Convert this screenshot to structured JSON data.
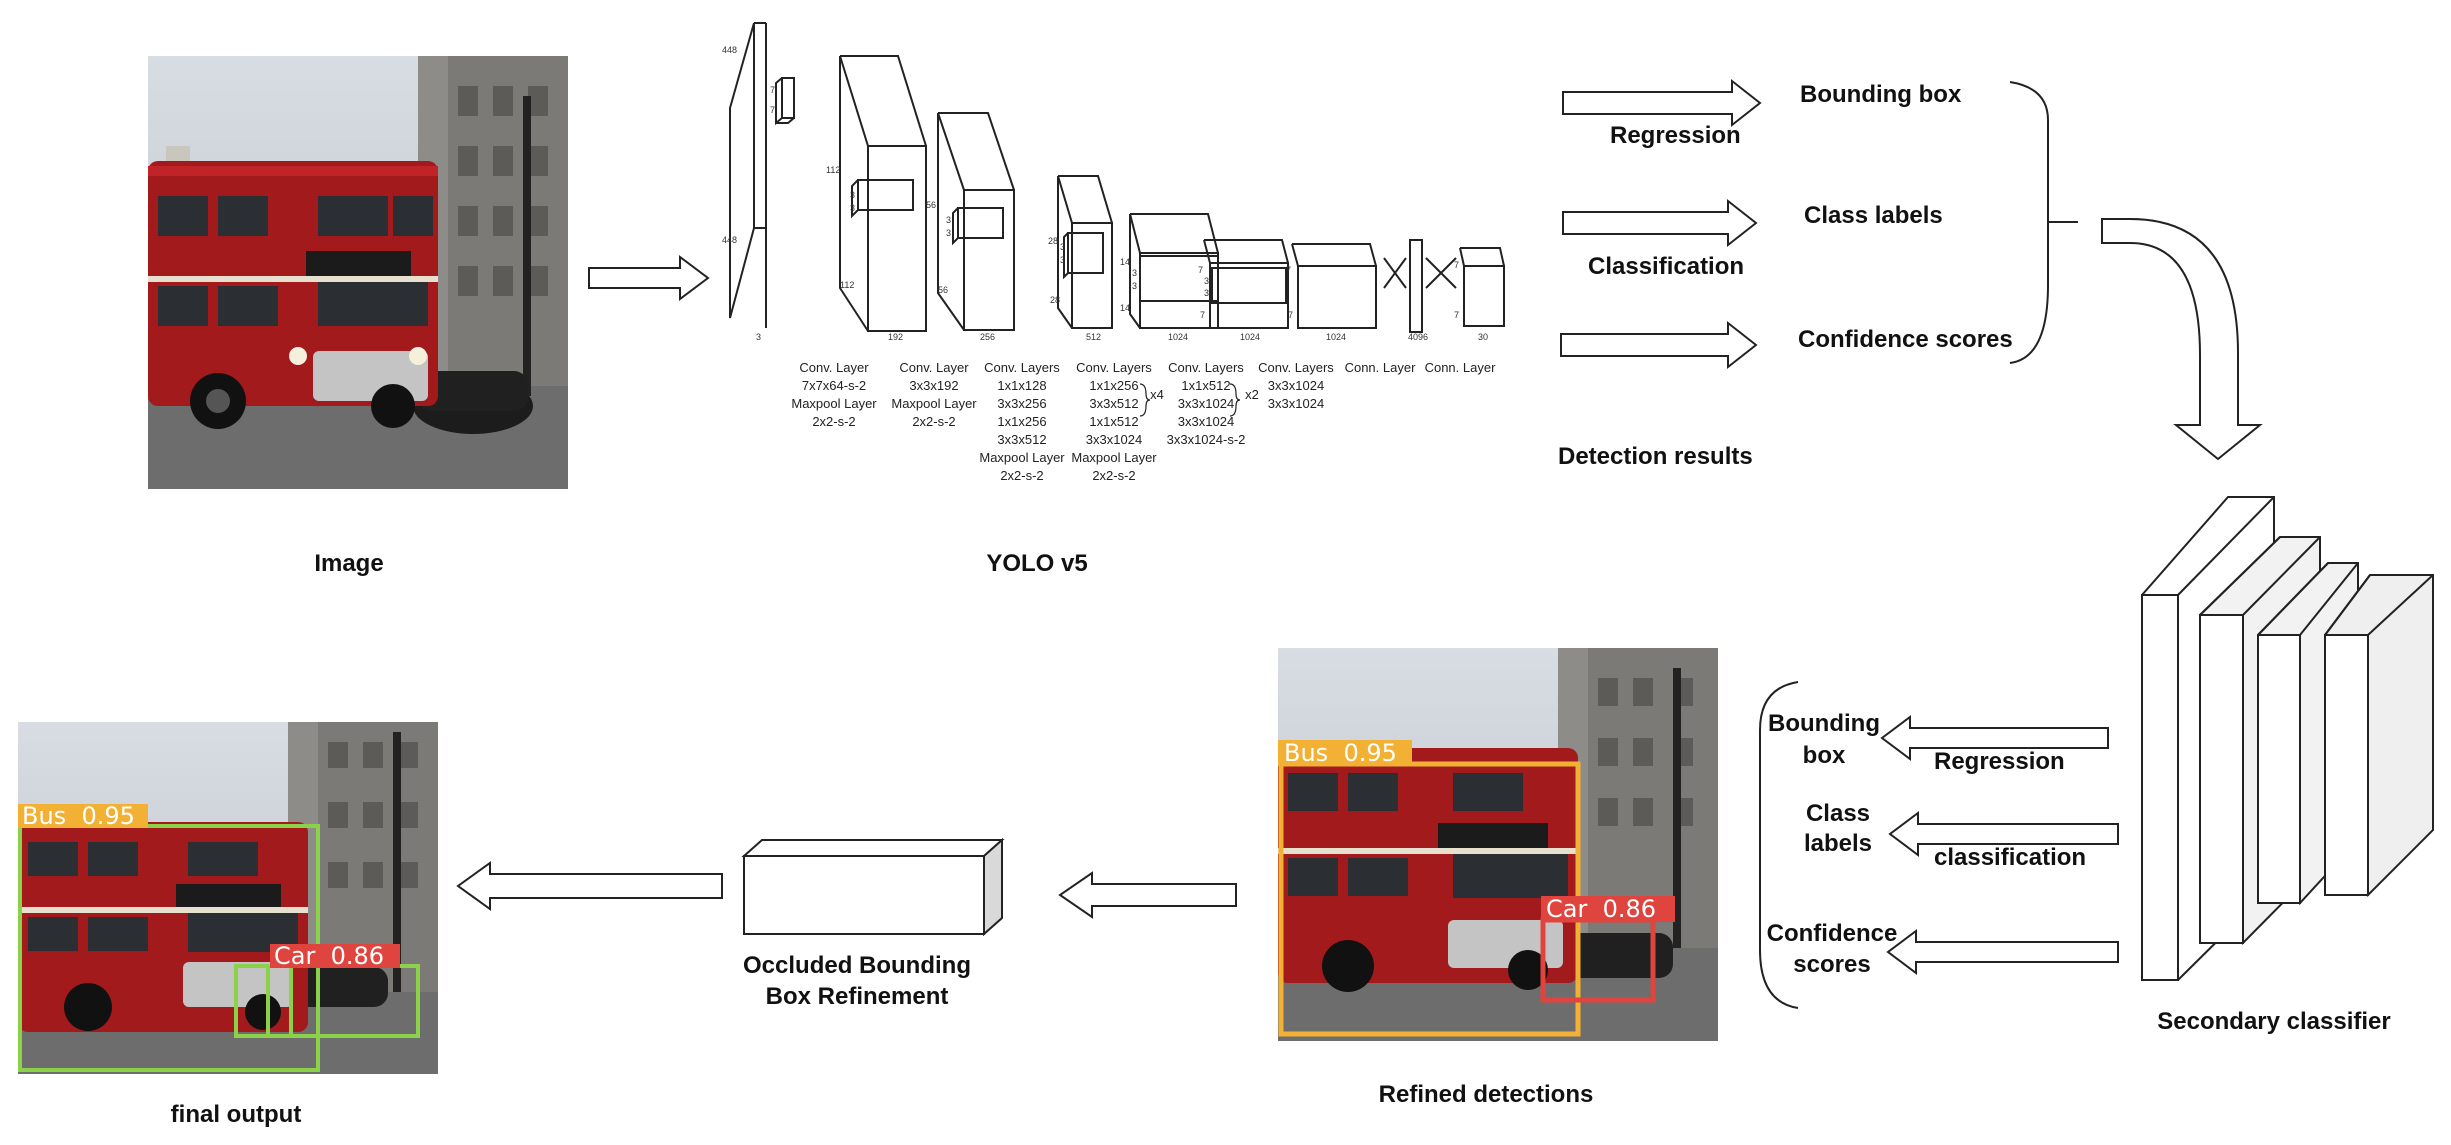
{
  "labels": {
    "image": "Image",
    "yolo": "YOLO v5",
    "detection_results": "Detection results",
    "bounding_box": "Bounding box",
    "regression": "Regression",
    "class_labels": "Class labels",
    "classification": "Classification",
    "confidence_scores": "Confidence scores",
    "secondary_classifier": "Secondary classifier",
    "sec_bounding_1": "Bounding",
    "sec_bounding_2": "box",
    "sec_regression": "Regression",
    "sec_class_1": "Class",
    "sec_class_2": "labels",
    "sec_classification": "classification",
    "sec_conf_1": "Confidence",
    "sec_conf_2": "scores",
    "refined_detections": "Refined detections",
    "occluded_1": "Occluded Bounding",
    "occluded_2": "Box Refinement",
    "final_output": "final output"
  },
  "yolo_arch": {
    "dims": [
      "448",
      "448",
      "7",
      "7",
      "3",
      "112",
      "112",
      "3",
      "3",
      "192",
      "56",
      "56",
      "3",
      "3",
      "256",
      "28",
      "28",
      "3",
      "3",
      "512",
      "14",
      "14",
      "3",
      "3",
      "1024",
      "7",
      "7",
      "3",
      "3",
      "1024",
      "7",
      "7",
      "1024",
      "4096",
      "7",
      "7",
      "30"
    ],
    "captions": [
      [
        "Conv. Layer",
        "7x7x64-s-2",
        "Maxpool Layer",
        "2x2-s-2"
      ],
      [
        "Conv. Layer",
        "3x3x192",
        "Maxpool Layer",
        "2x2-s-2"
      ],
      [
        "Conv. Layers",
        "1x1x128",
        "3x3x256",
        "1x1x256",
        "3x3x512",
        "Maxpool Layer",
        "2x2-s-2"
      ],
      [
        "Conv. Layers",
        "1x1x256",
        "3x3x512",
        "1x1x512",
        "3x3x1024",
        "Maxpool Layer",
        "2x2-s-2"
      ],
      [
        "Conv. Layers",
        "1x1x512",
        "3x3x1024",
        "3x3x1024",
        "3x3x1024-s-2"
      ],
      [
        "Conv. Layers",
        "3x3x1024",
        "3x3x1024"
      ],
      [
        "Conn. Layer"
      ],
      [
        "Conn. Layer"
      ]
    ],
    "repeat_1": "x4",
    "repeat_2": "x2"
  },
  "detections": {
    "refined": [
      {
        "label": "Bus  0.95"
      },
      {
        "label": "Car  0.86"
      }
    ],
    "final": [
      {
        "label": "Bus  0.95"
      },
      {
        "label": "Car  0.86"
      }
    ]
  },
  "colors": {
    "bus_box": "#f2b134",
    "car_box": "#e0443e",
    "final_box": "#8bd14a",
    "bus_red": "#a31a1c"
  }
}
